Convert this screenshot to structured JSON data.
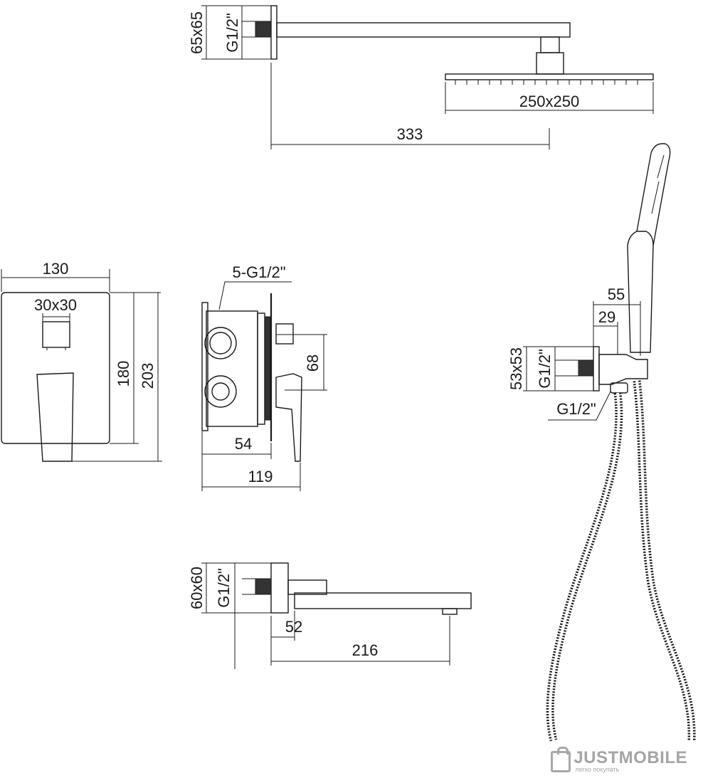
{
  "top_shower": {
    "arm_height_label": "65x65",
    "thread_label": "G1/2\"",
    "head_size_label": "250x250",
    "arm_length_label": "333"
  },
  "mixer_front": {
    "width_label": "130",
    "button_label": "30x30",
    "plate_height_label": "180",
    "total_height_label": "203"
  },
  "valve_body": {
    "outlets_label": "5-G1/2\"",
    "outlet_spacing_label": "68",
    "depth_label": "54",
    "total_depth_label": "119"
  },
  "hand_shower": {
    "outer_label": "55",
    "inner_label": "29",
    "flange_label": "53x53",
    "thread_label": "G1/2\"",
    "hose_thread_label": "G1/2\""
  },
  "spout": {
    "flange_label": "60x60",
    "thread_label": "G1/2\"",
    "offset_label": "52",
    "length_label": "216"
  },
  "watermark": {
    "name": "JUSTMOBILE",
    "tagline": "легко покупать"
  }
}
